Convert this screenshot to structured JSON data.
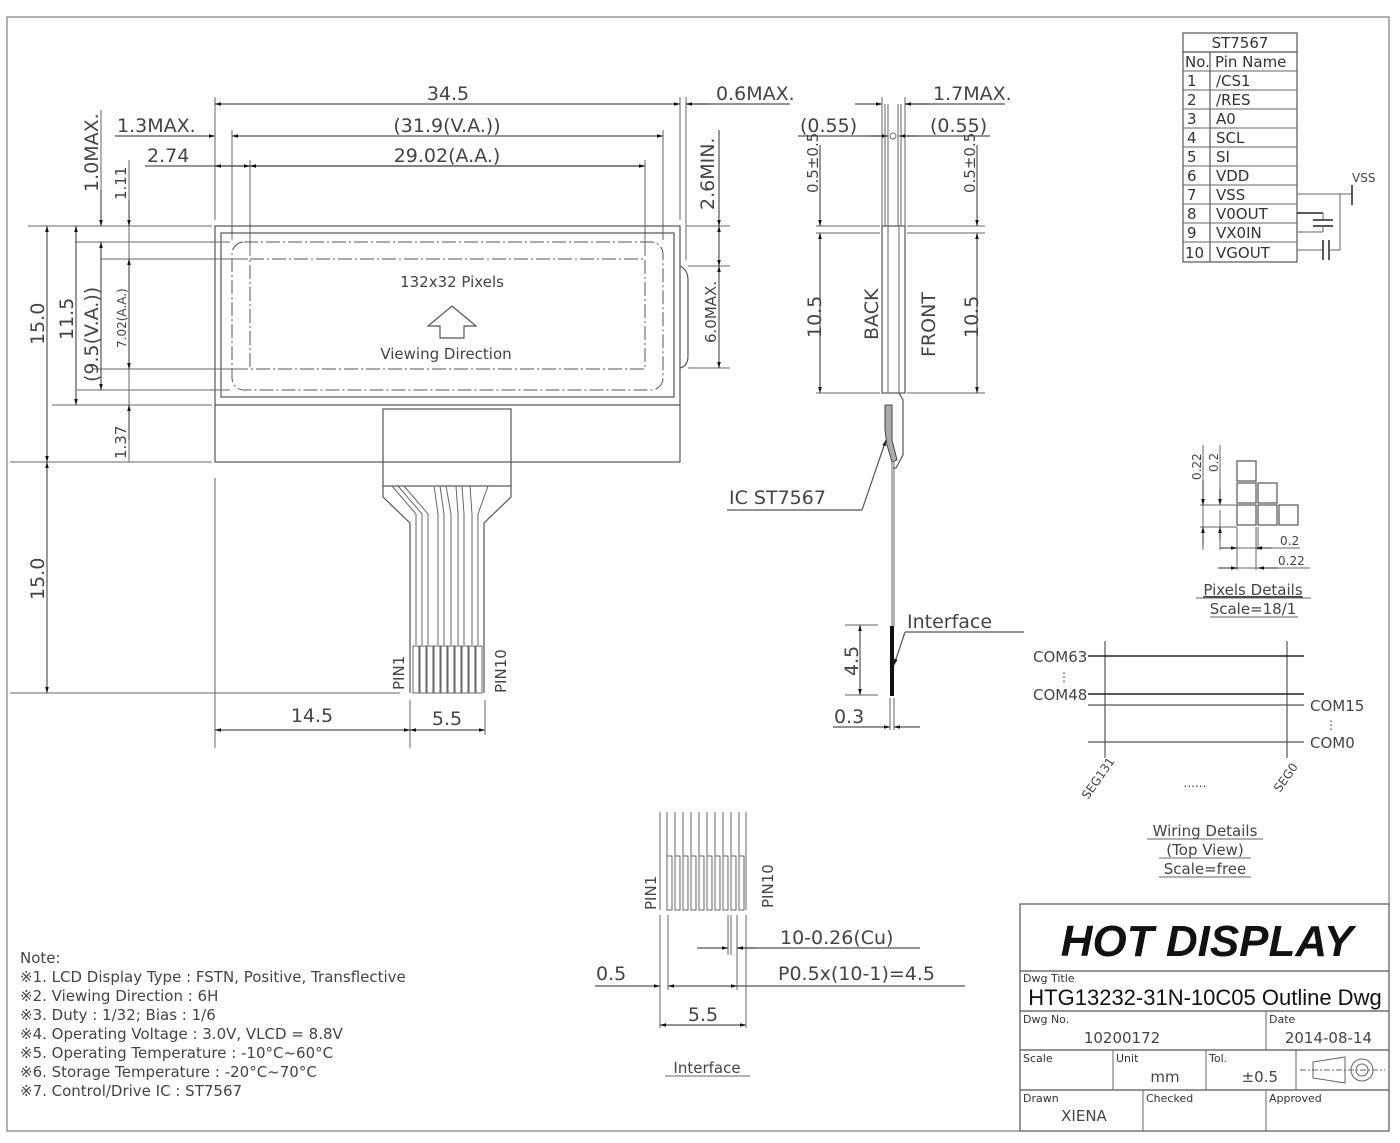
{
  "front_view": {
    "dims": {
      "overall_width": "34.5",
      "va_width": "(31.9(V.A.))",
      "aa_width": "29.02(A.A.)",
      "left_margin_13": "1.3MAX.",
      "left_margin_274": "2.74",
      "right_margin": "0.6MAX.",
      "top_10": "1.0MAX.",
      "top_111": "1.11",
      "overall_height": "15.0",
      "glass_height": "11.5",
      "va_height": "(9.5(V.A.))",
      "aa_height": "7.02(A.A.)",
      "bottom_137": "1.37",
      "fpc_length": "15.0",
      "fpc_offset": "14.5",
      "fpc_width": "5.5",
      "side_26": "2.6MIN.",
      "side_60": "6.0MAX."
    },
    "pixels_label": "132x32 Pixels",
    "viewing_direction": "Viewing Direction",
    "pin1": "PIN1",
    "pin10": "PIN10"
  },
  "side_view": {
    "thickness": "1.7MAX.",
    "left_055": "(0.55)",
    "right_055": "(0.55)",
    "tol_left": "0.5±0.5",
    "tol_right": "0.5±0.5",
    "height_left": "10.5",
    "height_right": "10.5",
    "back": "BACK",
    "front": "FRONT",
    "ic_label": "IC ST7567",
    "interface_label": "Interface",
    "interface_len": "4.5",
    "interface_thk": "0.3"
  },
  "pin_table": {
    "title": "ST7567",
    "headers": [
      "No.",
      "Pin Name"
    ],
    "rows": [
      {
        "no": "1",
        "name": "/CS1"
      },
      {
        "no": "2",
        "name": "/RES"
      },
      {
        "no": "3",
        "name": "A0"
      },
      {
        "no": "4",
        "name": "SCL"
      },
      {
        "no": "5",
        "name": "SI"
      },
      {
        "no": "6",
        "name": "VDD"
      },
      {
        "no": "7",
        "name": "VSS"
      },
      {
        "no": "8",
        "name": "V0OUT"
      },
      {
        "no": "9",
        "name": "VX0IN"
      },
      {
        "no": "10",
        "name": "VGOUT"
      }
    ],
    "vss_label": "VSS"
  },
  "pixel_details": {
    "dim_022_v": "0.22",
    "dim_02_v": "0.2",
    "dim_02_h": "0.2",
    "dim_022_h": "0.22",
    "caption": "Pixels Details",
    "scale": "Scale=18/1"
  },
  "wiring": {
    "com63": "COM63",
    "com48": "COM48",
    "com15": "COM15",
    "com0": "COM0",
    "seg131": "SEG131",
    "seg0": "SEG0",
    "dots": "......",
    "caption": "Wiring Details",
    "view": "(Top View)",
    "scale": "Scale=free"
  },
  "interface_detail": {
    "pin1": "PIN1",
    "pin10": "PIN10",
    "trace": "10-0.26(Cu)",
    "edge": "0.5",
    "pitch": "P0.5x(10-1)=4.5",
    "width": "5.5",
    "caption": "Interface"
  },
  "notes": {
    "heading": "Note:",
    "items": [
      "※1. LCD Display Type : FSTN, Positive, Transflective",
      "※2. Viewing Direction : 6H",
      "※3. Duty : 1/32; Bias : 1/6",
      "※4. Operating Voltage : 3.0V, VLCD = 8.8V",
      "※5. Operating Temperature : -10°C~60°C",
      "※6. Storage Temperature : -20°C~70°C",
      "※7. Control/Drive IC : ST7567"
    ]
  },
  "title_block": {
    "company": "HOT DISPLAY",
    "dwg_title_label": "Dwg Title",
    "dwg_title": "HTG13232-31N-10C05 Outline Dwg",
    "dwg_no_label": "Dwg No.",
    "dwg_no": "10200172",
    "date_label": "Date",
    "date": "2014-08-14",
    "scale_label": "Scale",
    "scale": "",
    "unit_label": "Unit",
    "unit": "mm",
    "tol_label": "Tol.",
    "tol": "±0.5",
    "drawn_label": "Drawn",
    "drawn": "XIENA",
    "checked_label": "Checked",
    "checked": "",
    "approved_label": "Approved",
    "approved": ""
  }
}
